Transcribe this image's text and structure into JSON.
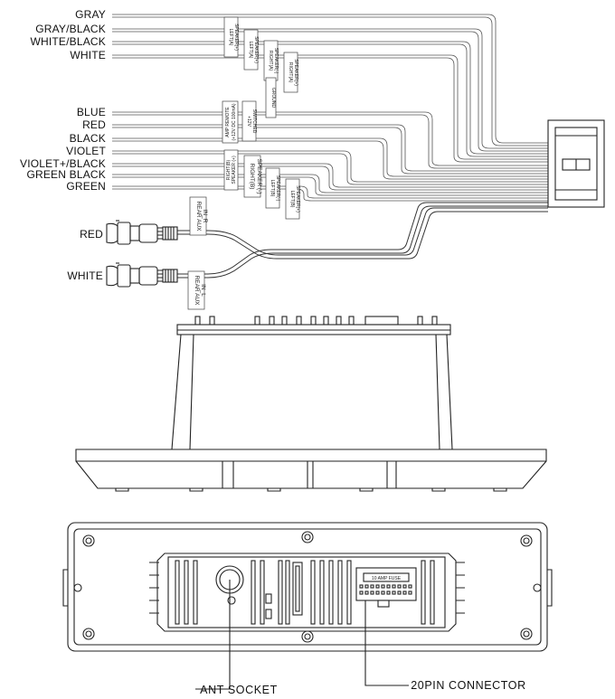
{
  "wires_top": [
    "GRAY",
    "GRAY/BLACK",
    "WHITE/BLACK",
    "WHITE"
  ],
  "wires_mid": [
    "BLUE",
    "RED",
    "BLACK",
    "VIOLET",
    "VIOLET+/BLACK",
    "GREEN BLACK",
    "GREEN"
  ],
  "tags": {
    "left_a_minus": [
      "LEFT(A)",
      "SPEAKER(+)"
    ],
    "left_a_plus": [
      "LEFT(A)",
      "SPEAKER(+)"
    ],
    "right_a_minus": [
      "RIGHT(A)",
      "SPEAKER(-)"
    ],
    "right_a_plus": [
      "RIGHT(A)",
      "SPEAKER(+)"
    ],
    "amp_remote": [
      "AMP REMOTE",
      "(+12V DC 100mA)"
    ],
    "switched": [
      "+12V",
      "SWITCHED"
    ],
    "ground": "GROUND",
    "right_b_plus": [
      "RIGHT(B)",
      "SPEAKER (+)"
    ],
    "right_b_minus": [
      "RIGHT(B)",
      "SPEAKER (-)"
    ],
    "left_b_minus": [
      "LEFT(B)",
      "SPEAKER(-)"
    ],
    "left_b_plus": [
      "LEFT(B)",
      "SPEAKER(+)"
    ],
    "rear_aux_r": [
      "REAR AUX",
      "IN_R"
    ],
    "rear_aux_l": [
      "REAR AUX",
      "IN_L"
    ]
  },
  "rca": {
    "red": "RED",
    "white": "WHITE"
  },
  "rear_panel": {
    "fuse_label": "10 AMP FUSE",
    "ant_socket": "ANT SOCKET",
    "connector": "20PIN CONNECTOR"
  }
}
